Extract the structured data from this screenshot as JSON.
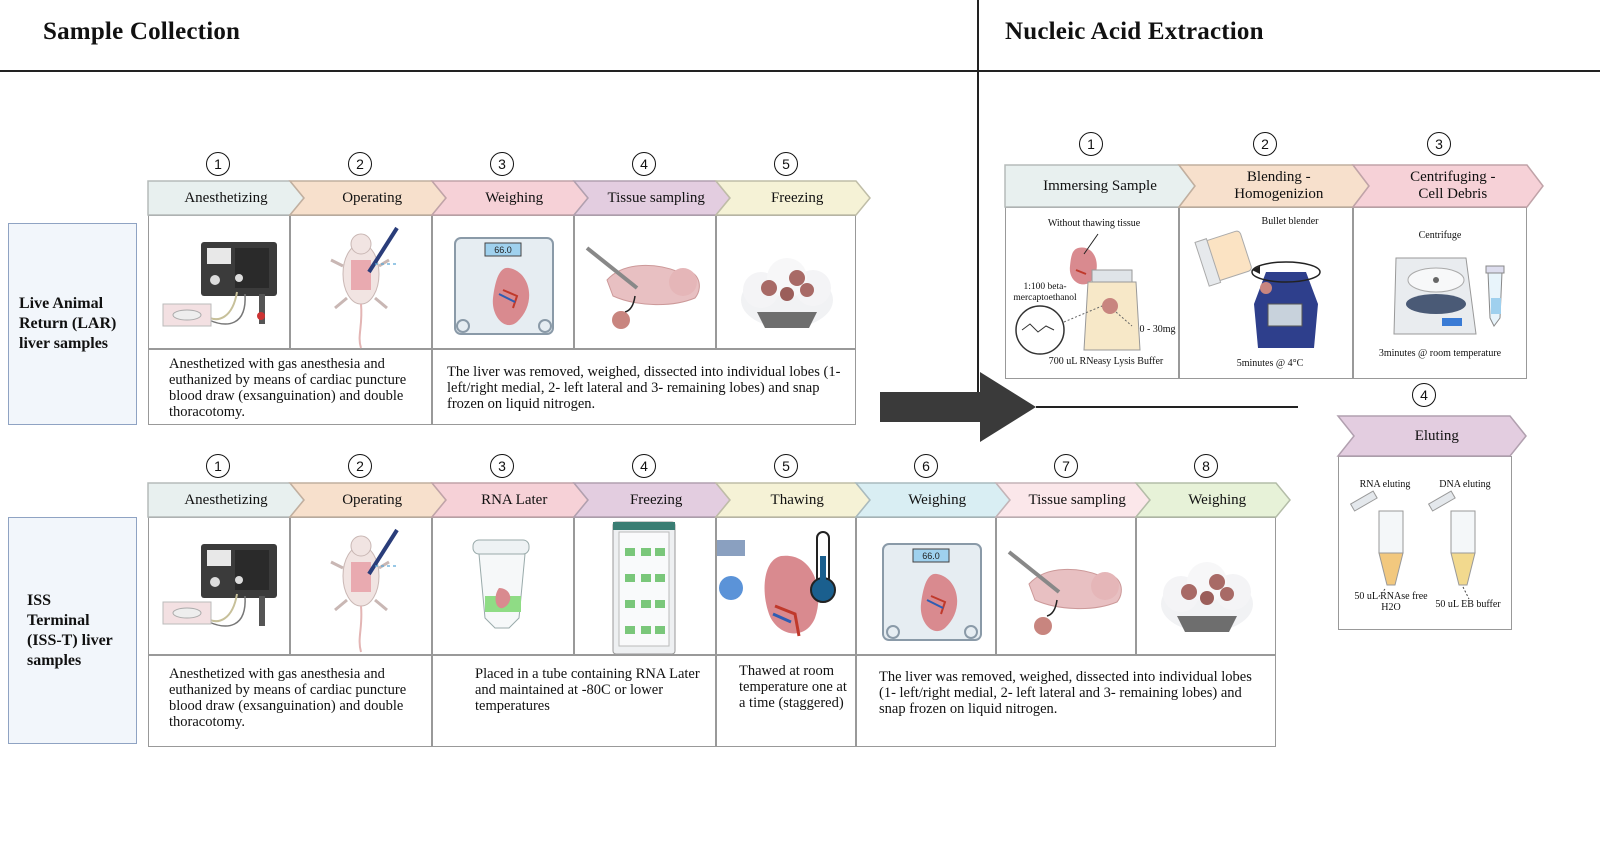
{
  "sections": {
    "collection": "Sample Collection",
    "extraction": "Nucleic Acid Extraction"
  },
  "lar": {
    "label": "Live Animal Return (LAR) liver samples",
    "steps": [
      {
        "num": "1",
        "label": "Anesthetizing",
        "color": "#e8f0ef"
      },
      {
        "num": "2",
        "label": "Operating",
        "color": "#f7e0cc"
      },
      {
        "num": "3",
        "label": "Weighing",
        "color": "#f6d1d7"
      },
      {
        "num": "4",
        "label": "Tissue sampling",
        "color": "#e3cde0"
      },
      {
        "num": "5",
        "label": "Freezing",
        "color": "#f5f2d6"
      }
    ],
    "desc1": "Anesthetized with gas anesthesia and euthanized by means of cardiac puncture blood draw (exsanguination) and double thoracotomy.",
    "desc2": "The liver was removed, weighed, dissected into individual lobes (1- left/right medial, 2- left lateral and 3- remaining lobes) and snap frozen on liquid nitrogen.",
    "scale_readout": "66.0"
  },
  "isst": {
    "label": "ISS Terminal (ISS-T) liver samples",
    "steps": [
      {
        "num": "1",
        "label": "Anesthetizing",
        "color": "#e8f0ef"
      },
      {
        "num": "2",
        "label": "Operating",
        "color": "#f7e0cc"
      },
      {
        "num": "3",
        "label": "RNA Later",
        "color": "#f6d1d7"
      },
      {
        "num": "4",
        "label": "Freezing",
        "color": "#e3cde0"
      },
      {
        "num": "5",
        "label": "Thawing",
        "color": "#f5f2d6"
      },
      {
        "num": "6",
        "label": "Weighing",
        "color": "#d9eef3"
      },
      {
        "num": "7",
        "label": "Tissue sampling",
        "color": "#fbe7ea"
      },
      {
        "num": "8",
        "label": "Weighing",
        "color": "#e7f2d8"
      }
    ],
    "desc1": "Anesthetized with gas anesthesia and euthanized by means of cardiac puncture blood draw (exsanguination) and double thoracotomy.",
    "desc2": "Placed in a tube containing RNA Later and maintained at -80C or lower temperatures",
    "desc3": "Thawed at room temperature one at a time (staggered)",
    "desc4": "The liver was removed, weighed, dissected into individual lobes (1- left/right medial, 2- left lateral and 3- remaining lobes) and snap frozen on liquid nitrogen.",
    "scale_readout": "66.0"
  },
  "extraction": {
    "steps": [
      {
        "num": "1",
        "label": "Immersing Sample",
        "color": "#e8f0ef"
      },
      {
        "num": "2",
        "label": "Blending - Homogenization",
        "color": "#f7e0cc"
      },
      {
        "num": "3",
        "label": "Centrifuging - Cell Debris",
        "color": "#f6d1d7"
      },
      {
        "num": "4",
        "label": "Eluting",
        "color": "#e3cde0"
      }
    ],
    "step2_lines": [
      "Blending -",
      "Homogenizion"
    ],
    "step3_lines": [
      "Centrifuging -",
      "Cell Debris"
    ],
    "immerse": {
      "without_thawing": "Without thawing tissue",
      "beta": "1:100 beta-mercaptoethanol",
      "mass": "20 - 30mg",
      "buffer": "700 uL RNeasy Lysis Buffer"
    },
    "blend": {
      "device": "Bullet blender",
      "time": "5minutes @ 4°C"
    },
    "centrifuge": {
      "device": "Centrifuge",
      "time": "3minutes @ room temperature"
    },
    "elute": {
      "rna": "RNA eluting",
      "dna": "DNA eluting",
      "rna_vol": "50 uL RNAse free H2O",
      "dna_vol": "50 uL EB buffer"
    }
  }
}
